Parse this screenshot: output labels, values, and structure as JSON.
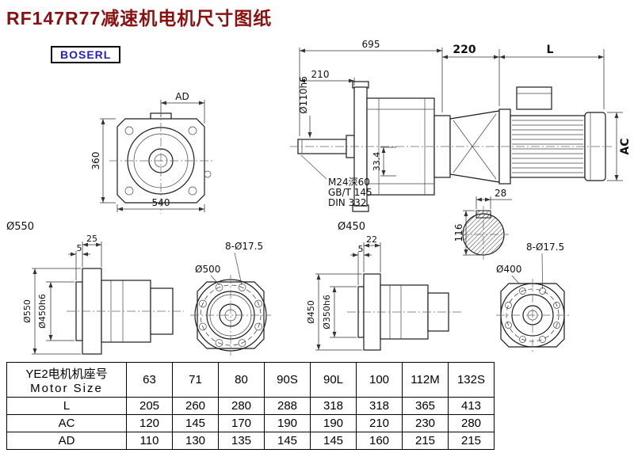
{
  "page": {
    "title": "RF147R77减速机电机尺寸图纸",
    "logo_text": "BOSERL"
  },
  "colors": {
    "title_color": "#8b1111",
    "logo_text_color": "#2222bb",
    "line_color": "#1a1a1a"
  },
  "views": {
    "front": {
      "dim_ad": "AD",
      "dim_360": "360",
      "dim_540": "540",
      "label_d550": "Ø550"
    },
    "side": {
      "dim_695": "695",
      "dim_210": "210",
      "dim_shaft": "Ø110h6",
      "note_line1": "M24深60",
      "note_line2": "GB/T 145",
      "note_line3": "DIN 332",
      "dim_334": "33.4",
      "label_d450": "Ø450"
    },
    "motor": {
      "dim_220": "220",
      "dim_l": "L",
      "dim_ac": "AC",
      "dim_28": "28",
      "dim_116": "116"
    },
    "flange_550_side": {
      "dim_25": "25",
      "dim_5": "5",
      "dim_d550": "Ø550",
      "dim_d450h6": "Ø450h6"
    },
    "flange_550_front": {
      "label_holes": "8-Ø17.5",
      "label_d500": "Ø500"
    },
    "flange_450_side": {
      "dim_22": "22",
      "dim_5": "5",
      "dim_d450": "Ø450",
      "dim_d350h6": "Ø350h6"
    },
    "flange_450_front": {
      "label_holes": "8-Ø17.5",
      "label_d400": "Ø400"
    }
  },
  "table": {
    "header_cn": "YE2电机机座号",
    "header_en": "Motor Size",
    "sizes": [
      "63",
      "71",
      "80",
      "90S",
      "90L",
      "100",
      "112M",
      "132S"
    ],
    "rows": [
      {
        "label": "L",
        "values": [
          "205",
          "260",
          "280",
          "288",
          "318",
          "318",
          "365",
          "413"
        ]
      },
      {
        "label": "AC",
        "values": [
          "120",
          "145",
          "170",
          "190",
          "190",
          "210",
          "230",
          "280"
        ]
      },
      {
        "label": "AD",
        "values": [
          "110",
          "130",
          "135",
          "145",
          "145",
          "160",
          "215",
          "215"
        ]
      }
    ]
  }
}
